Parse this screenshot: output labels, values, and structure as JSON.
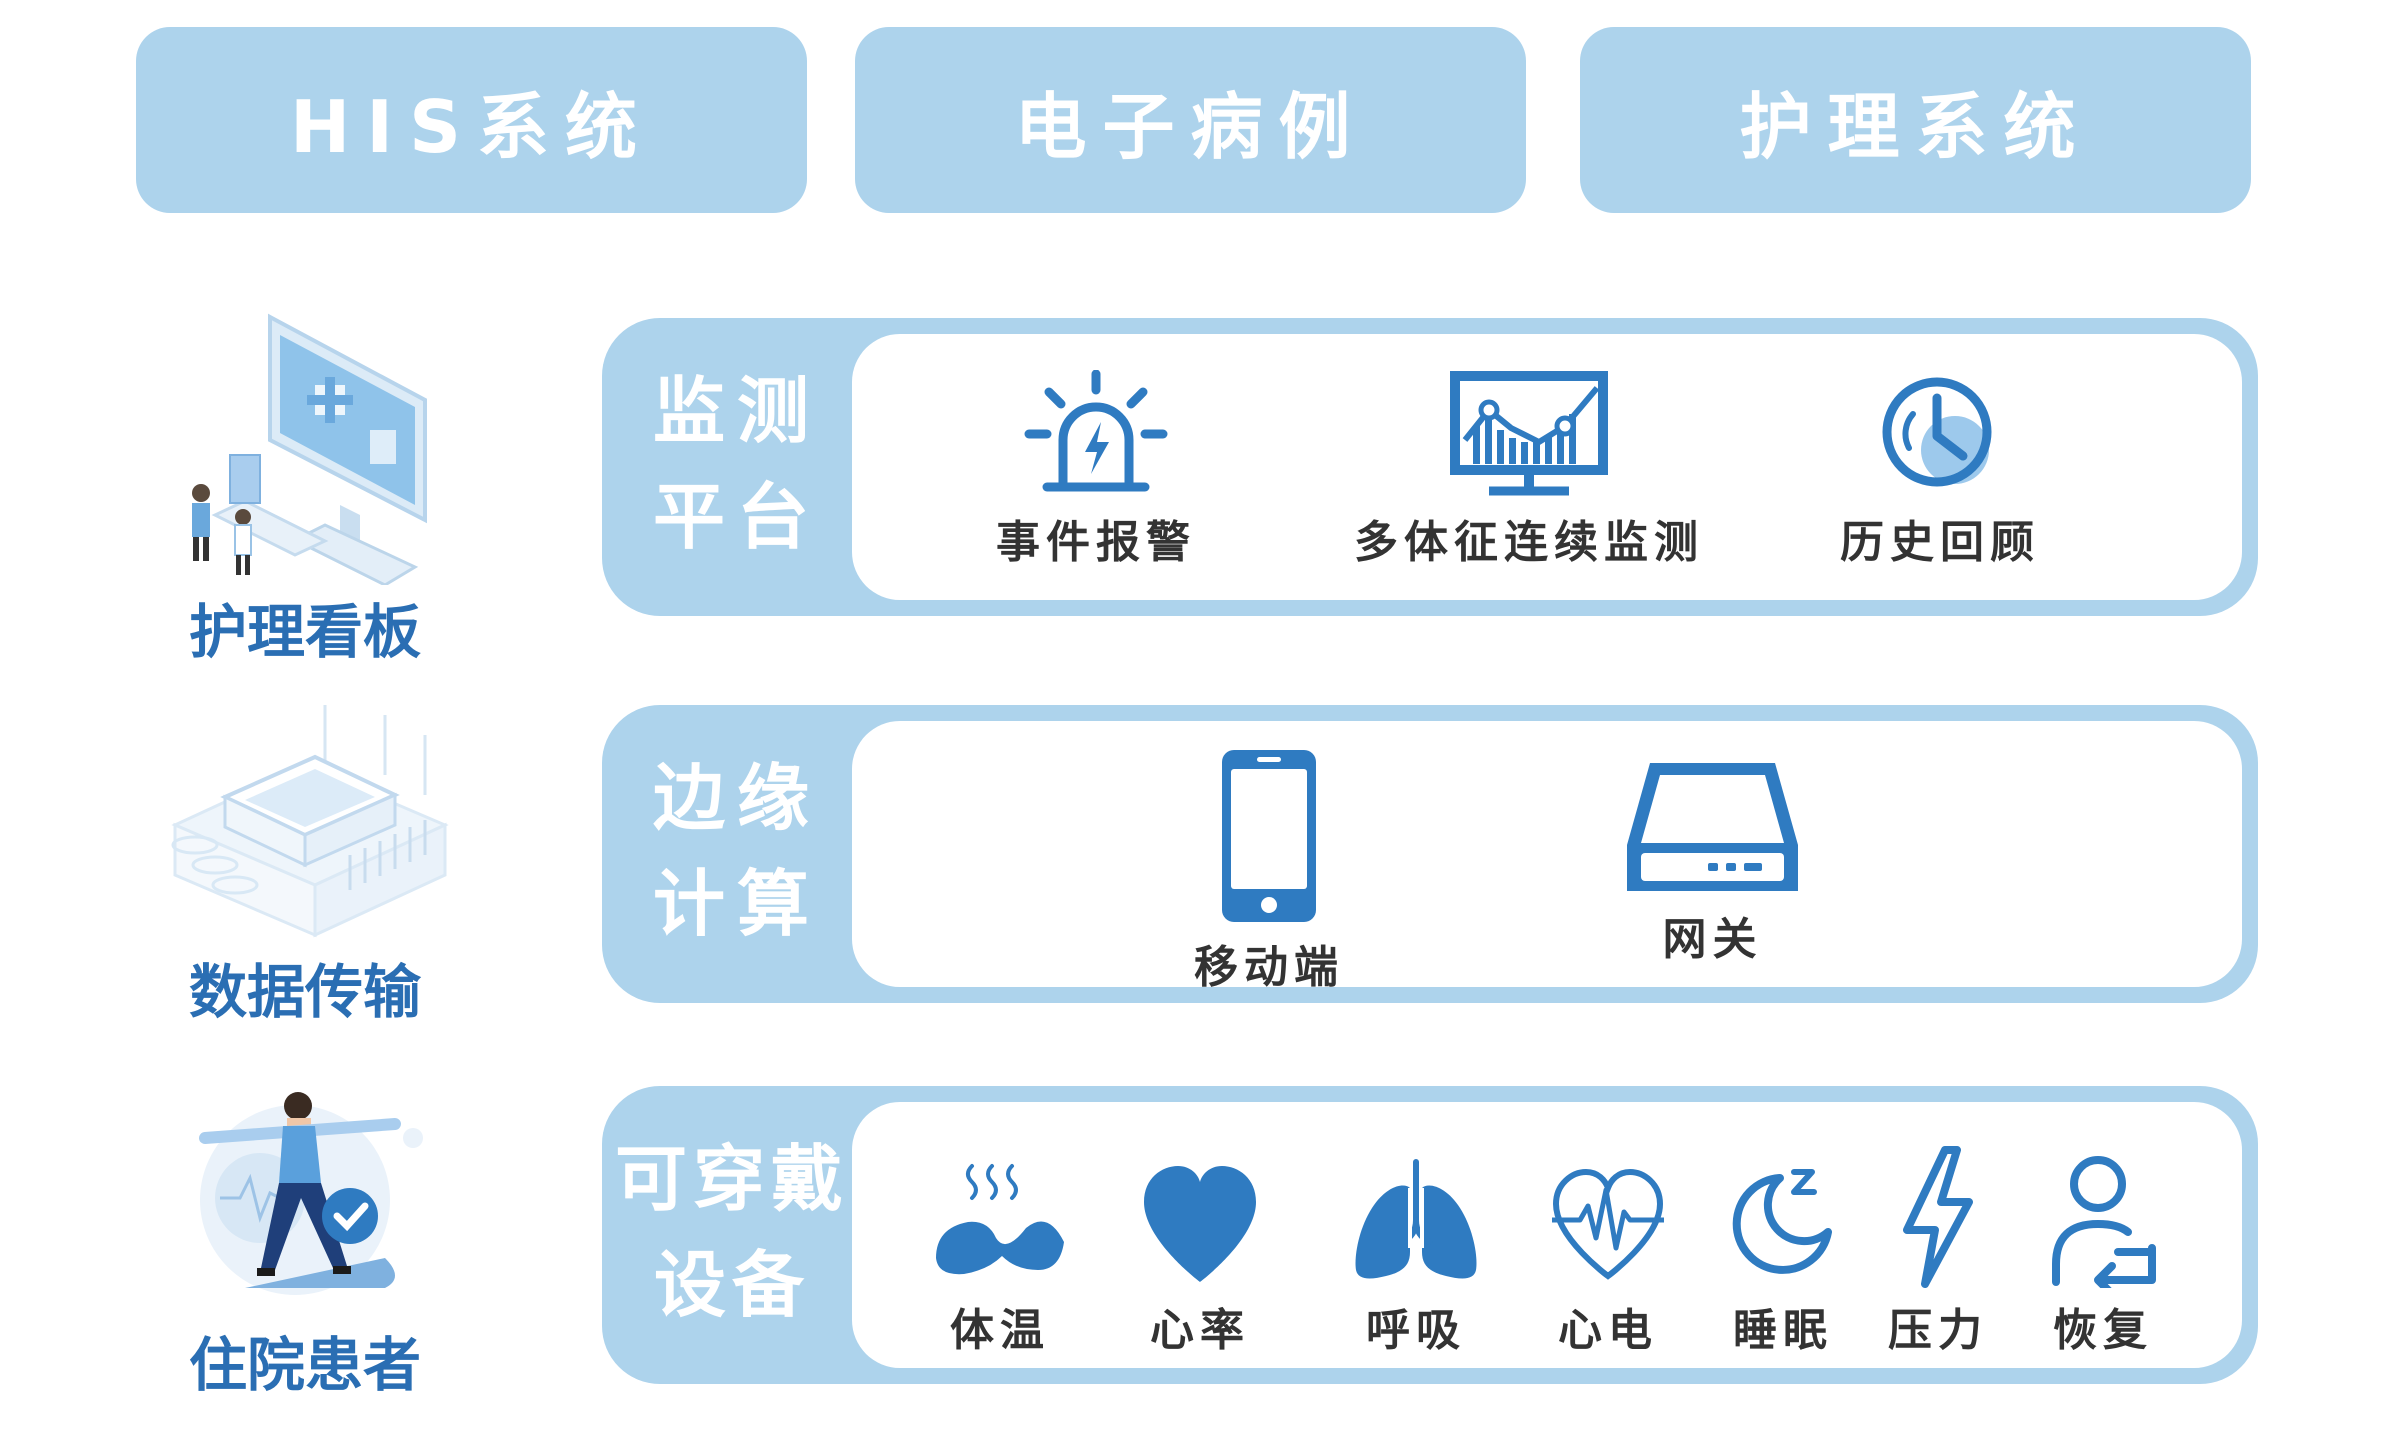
{
  "top_systems": [
    "HIS系统",
    "电子病例",
    "护理系统"
  ],
  "sides": [
    {
      "label": "护理看板",
      "icon": "computer-monitor-icon"
    },
    {
      "label": "数据传输",
      "icon": "fpga-board-icon"
    },
    {
      "label": "住院患者",
      "icon": "patient-figure-icon"
    }
  ],
  "rows": [
    {
      "title_line1": "监测",
      "title_line2": "平台",
      "items": [
        {
          "label": "事件报警",
          "icon": "alarm-siren-icon"
        },
        {
          "label": "多体征连续监测",
          "icon": "monitor-chart-icon"
        },
        {
          "label": "历史回顾",
          "icon": "clock-icon"
        }
      ]
    },
    {
      "title_line1": "边缘",
      "title_line2": "计算",
      "items": [
        {
          "label": "移动端",
          "icon": "mobile-phone-icon"
        },
        {
          "label": "网关",
          "icon": "gateway-router-icon"
        }
      ]
    },
    {
      "title_line1": "可穿戴",
      "title_line2": "设备",
      "items": [
        {
          "label": "体温",
          "icon": "temperature-icon"
        },
        {
          "label": "心率",
          "icon": "heart-icon"
        },
        {
          "label": "呼吸",
          "icon": "lungs-icon"
        },
        {
          "label": "心电",
          "icon": "ecg-heart-icon"
        },
        {
          "label": "睡眠",
          "icon": "sleep-moon-icon"
        },
        {
          "label": "压力",
          "icon": "lightning-icon"
        },
        {
          "label": "恢复",
          "icon": "recovery-person-icon"
        }
      ]
    }
  ],
  "colors": {
    "panel": "#add3ec",
    "icon_blue": "#2f7bc1",
    "label_blue": "#2a6eb3",
    "text": "#333333"
  }
}
